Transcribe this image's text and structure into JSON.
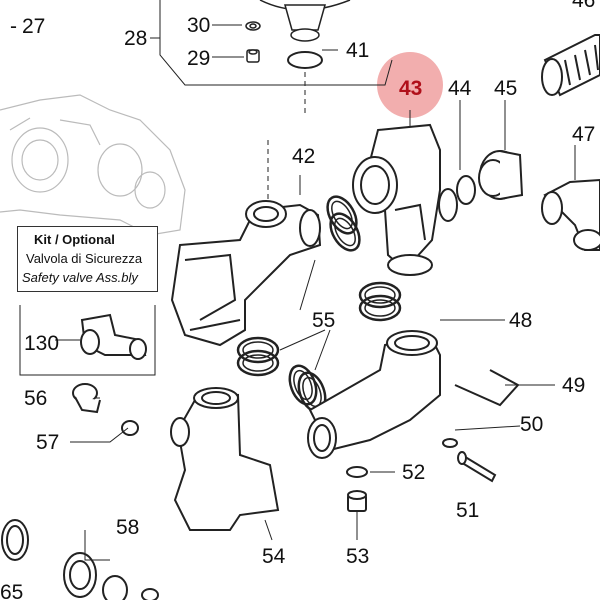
{
  "callouts": {
    "c27": "27",
    "c28": "28",
    "c30": "30",
    "c29": "29",
    "c41": "41",
    "c43": "43",
    "c44": "44",
    "c45": "45",
    "c46": "46",
    "c47": "47",
    "c42": "42",
    "c55": "55",
    "c48": "48",
    "c49": "49",
    "c50": "50",
    "c51": "51",
    "c52": "52",
    "c53": "53",
    "c54": "54",
    "c56": "56",
    "c57": "57",
    "c58": "58",
    "c65": "65",
    "c130": "130"
  },
  "kit": {
    "title": "Kit / Optional",
    "line1": "Valvola di Sicurezza",
    "line2": "Safety valve Ass.bly"
  },
  "colors": {
    "highlight": "#f08a8a",
    "highlight_text": "#b0101a",
    "stroke": "#222222"
  }
}
